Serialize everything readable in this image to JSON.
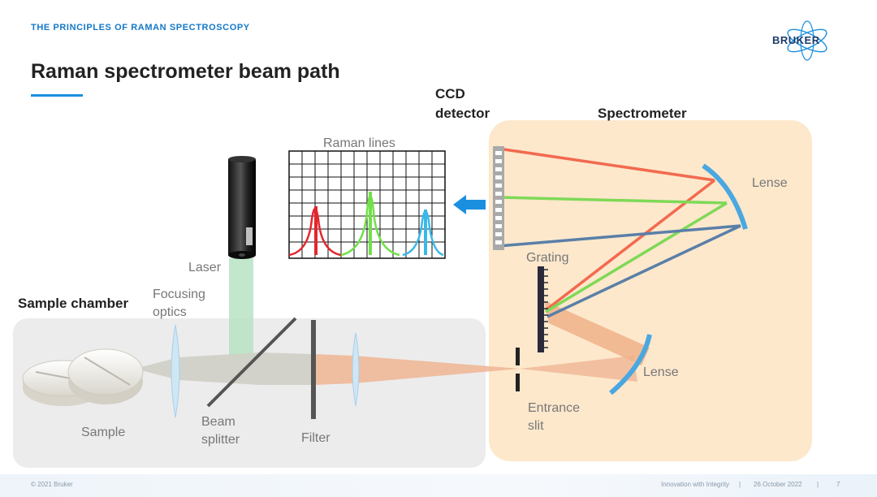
{
  "header": {
    "kicker": "THE PRINCIPLES OF RAMAN SPECTROSCOPY",
    "title": "Raman spectrometer beam path",
    "logo_text": "BRUKER"
  },
  "labels": {
    "ccd_line1": "CCD",
    "ccd_line2": "detector",
    "spectrometer": "Spectrometer",
    "raman_lines": "Raman lines",
    "lense_top": "Lense",
    "grating": "Grating",
    "laser": "Laser",
    "focusing_line1": "Focusing",
    "focusing_line2": "optics",
    "sample_chamber": "Sample chamber",
    "lense_bottom": "Lense",
    "entrance_line1": "Entrance",
    "entrance_line2": "slit",
    "sample": "Sample",
    "beam_line1": "Beam",
    "beam_line2": "splitter",
    "filter": "Filter"
  },
  "footer": {
    "copyright": "© 2021 Bruker",
    "tagline": "Innovation with Integrity",
    "date": "26 October 2022",
    "page": "7"
  },
  "colors": {
    "accent": "#1a8fe0",
    "spectrometer_bg": "#fde8cc",
    "chamber_bg": "#ececec",
    "beam_red": "#f26a4f",
    "beam_green": "#7ed957",
    "beam_blue": "#5a7fa8",
    "laser_beam": "#b7e3c4"
  }
}
